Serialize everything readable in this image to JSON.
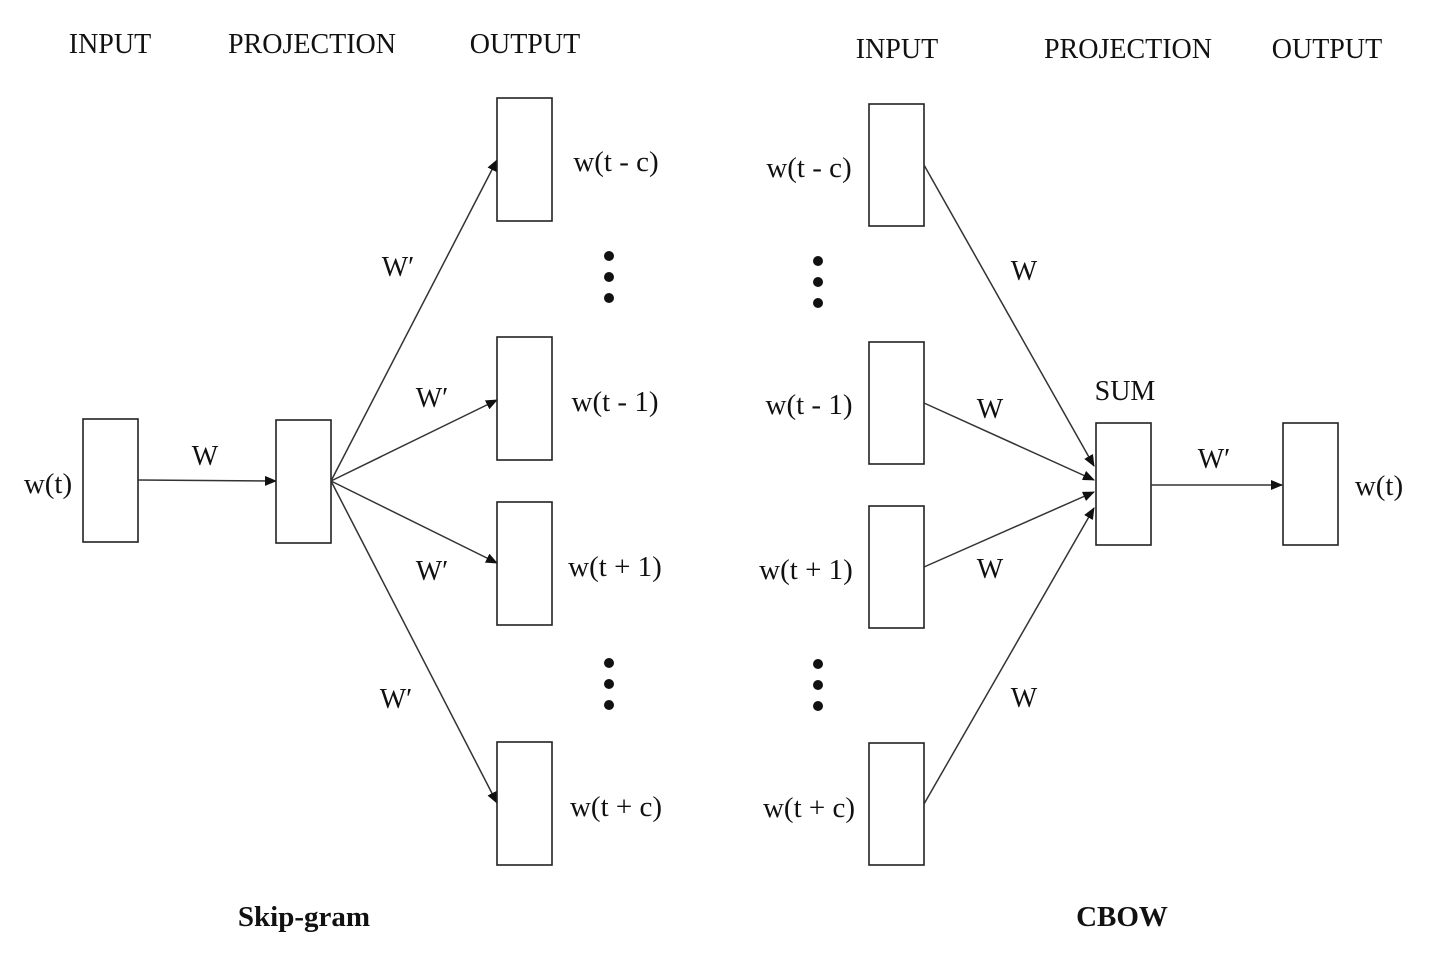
{
  "skipgram": {
    "title": "Skip-gram",
    "headers": {
      "input": "INPUT",
      "projection": "PROJECTION",
      "output": "OUTPUT"
    },
    "input_label": "w(t)",
    "input_weight": "W",
    "output_weight": "W′",
    "outputs": [
      "w(t - c)",
      "w(t - 1)",
      "w(t + 1)",
      "w(t + c)"
    ]
  },
  "cbow": {
    "title": "CBOW",
    "headers": {
      "input": "INPUT",
      "projection": "PROJECTION",
      "output": "OUTPUT"
    },
    "inputs": [
      "w(t - c)",
      "w(t - 1)",
      "w(t + 1)",
      "w(t + c)"
    ],
    "input_weight": "W",
    "sum_label": "SUM",
    "output_weight": "W′",
    "output_label": "w(t)"
  },
  "colors": {
    "line": "#333333",
    "text": "#111111",
    "background": "#ffffff"
  }
}
